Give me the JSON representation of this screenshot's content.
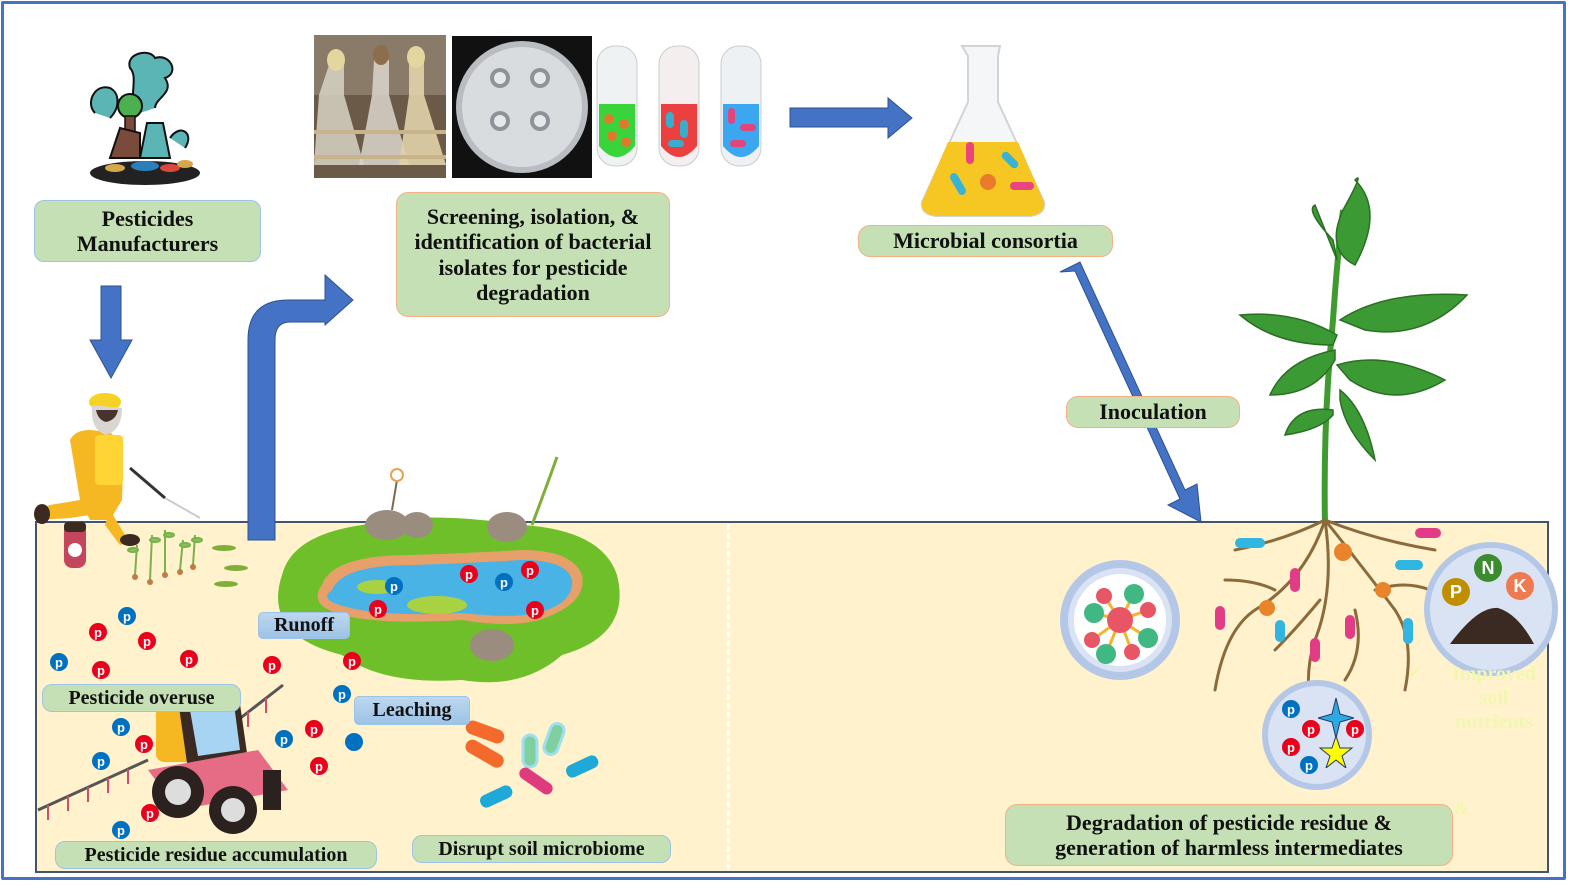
{
  "title": "Microbial degradation of pesticide residues in soil",
  "labels": {
    "manufacturers": "Pesticides Manufacturers",
    "screening": "Screening, isolation, & identification of bacterial isolates for pesticide degradation",
    "consortia": "Microbial consortia",
    "inoculation": "Inoculation",
    "overuse": "Pesticide overuse",
    "runoff": "Runoff",
    "leaching": "Leaching",
    "accumulation": "Pesticide residue accumulation",
    "disrupt": "Disrupt soil microbiome",
    "degradation": "Degradation of pesticide residue & generation of harmless intermediates",
    "improved": "Improved soil nutrients",
    "ampersand": "&",
    "check": "✓"
  },
  "nutrients": [
    "P",
    "N",
    "K"
  ],
  "pesticide_chip_letter": "p",
  "colors": {
    "arrow": "#4472c4",
    "frame": "#4472c4",
    "soil": "#fff2cc",
    "label_green": "#c5e0b4",
    "label_blue": "#9dc3e6",
    "chip_red": "#e8001c",
    "chip_blue": "#0070c0"
  }
}
